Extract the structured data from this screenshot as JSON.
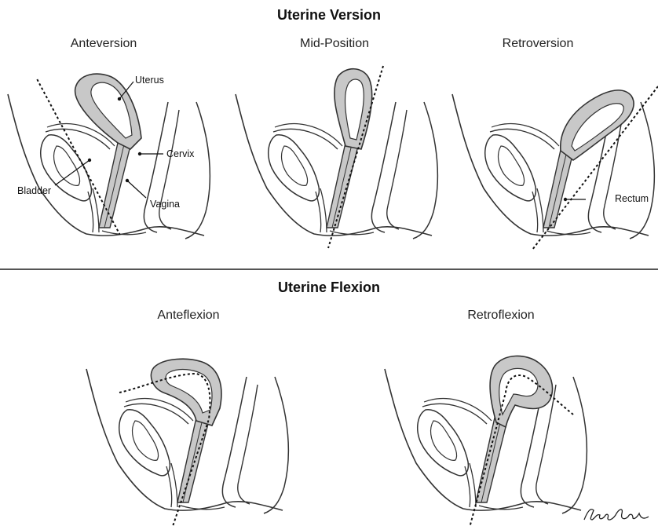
{
  "version": {
    "title": "Uterine Version",
    "panels": [
      "Anteversion",
      "Mid-Position",
      "Retroversion"
    ]
  },
  "flexion": {
    "title": "Uterine Flexion",
    "panels": [
      "Anteflexion",
      "Retroflexion"
    ]
  },
  "labels": {
    "uterus": "Uterus",
    "cervix": "Cervix",
    "bladder": "Bladder",
    "vagina": "Vagina",
    "rectum": "Rectum"
  },
  "signature": "Lisa Clark",
  "colors": {
    "organ_fill": "#c8c8c8",
    "outline": "#333333"
  }
}
